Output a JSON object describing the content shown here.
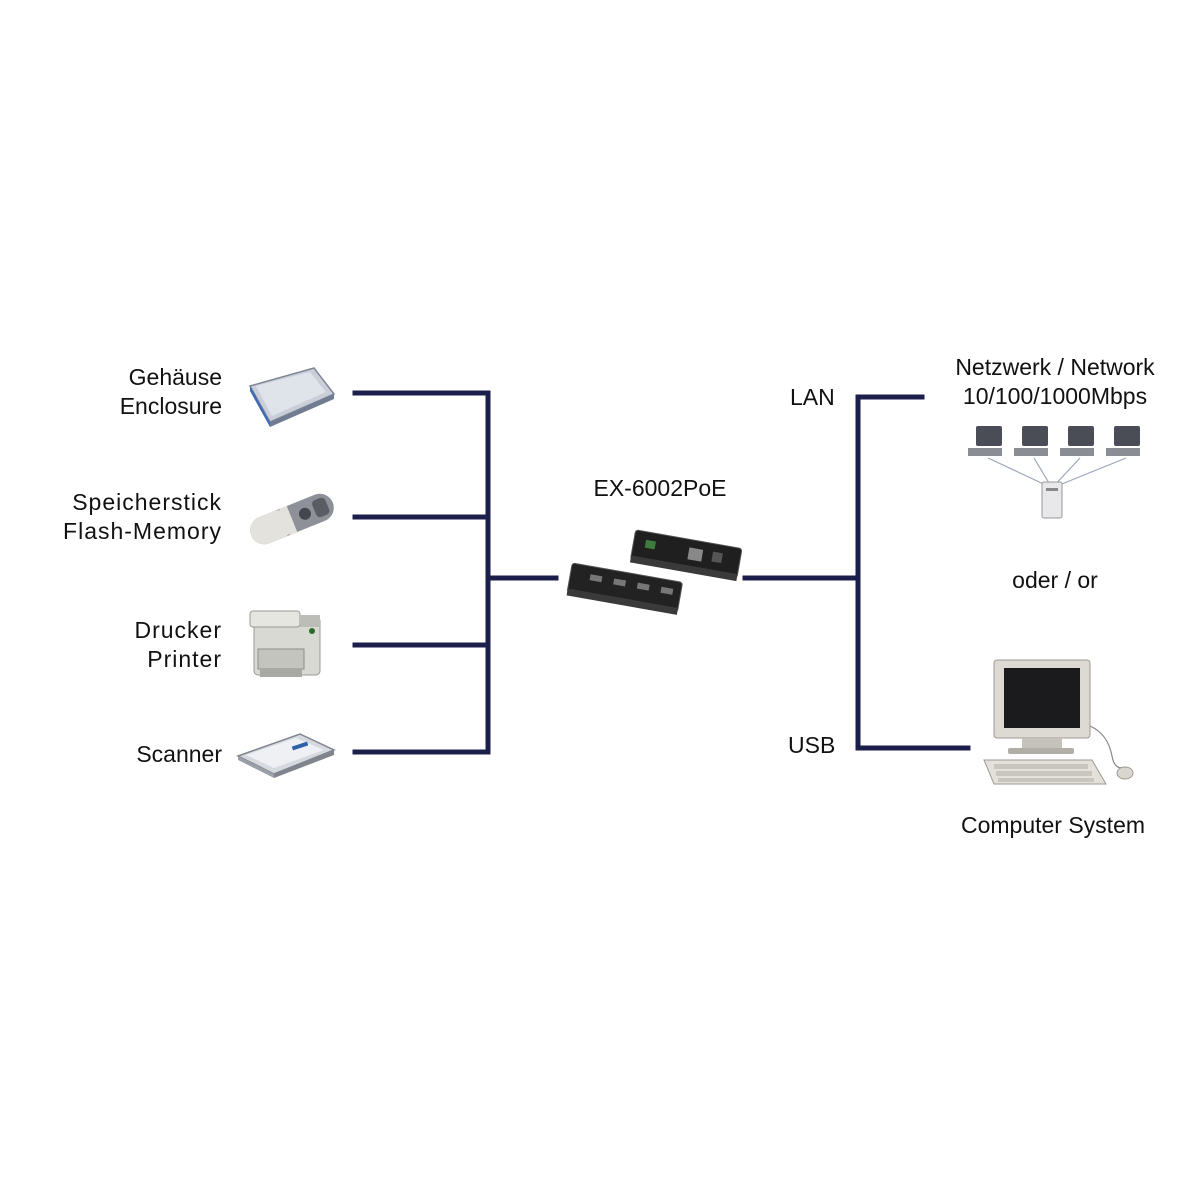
{
  "devices_left": [
    {
      "line1": "Gehäuse",
      "line2": "Enclosure",
      "icon": "enclosure-icon"
    },
    {
      "line1": "Speicherstick",
      "line2": "Flash-Memory",
      "icon": "flash-memory-icon"
    },
    {
      "line1": "Drucker",
      "line2": "Printer",
      "icon": "printer-icon"
    },
    {
      "line1": "Scanner",
      "icon": "scanner-icon"
    }
  ],
  "center": {
    "label": "EX-6002PoE",
    "icon": "usb-hub-device-icon"
  },
  "connections": {
    "lan": "LAN",
    "usb": "USB"
  },
  "network": {
    "line1": "Netzwerk / Network",
    "line2": "10/100/1000Mbps",
    "icon": "network-computers-icon"
  },
  "or_label": "oder / or",
  "computer": {
    "label": "Computer System",
    "icon": "desktop-computer-icon"
  },
  "colors": {
    "wire": "#1c1f4a",
    "text": "#111111"
  }
}
